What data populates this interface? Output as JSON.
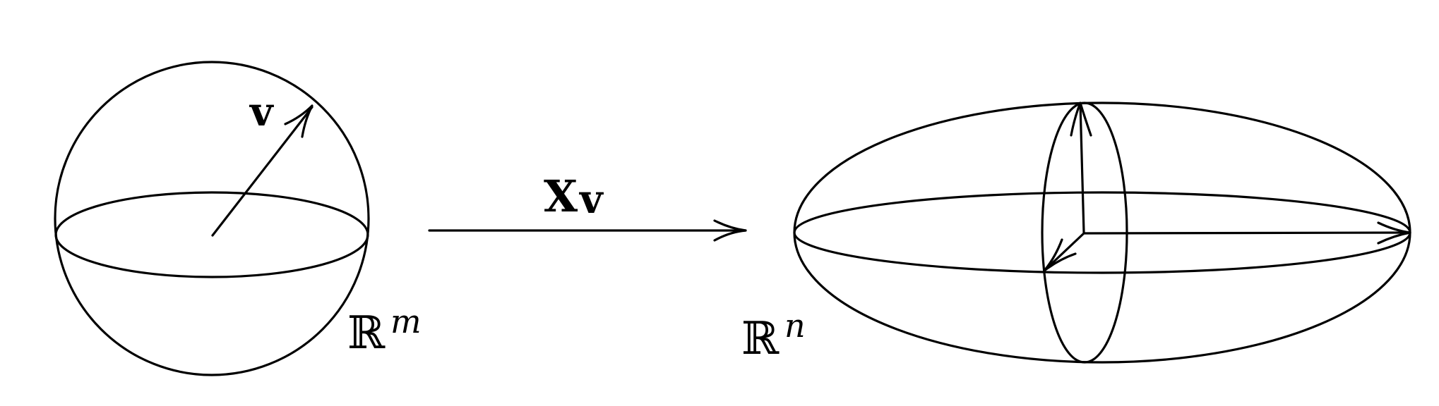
{
  "labels": {
    "sphere_vector": "v",
    "map_matrix": "X",
    "map_vector": "v",
    "domain_space": "ℝ",
    "domain_exponent": "m",
    "codomain_space": "ℝ",
    "codomain_exponent": "n"
  },
  "colors": {
    "stroke": "#000000",
    "background": "#ffffff"
  }
}
